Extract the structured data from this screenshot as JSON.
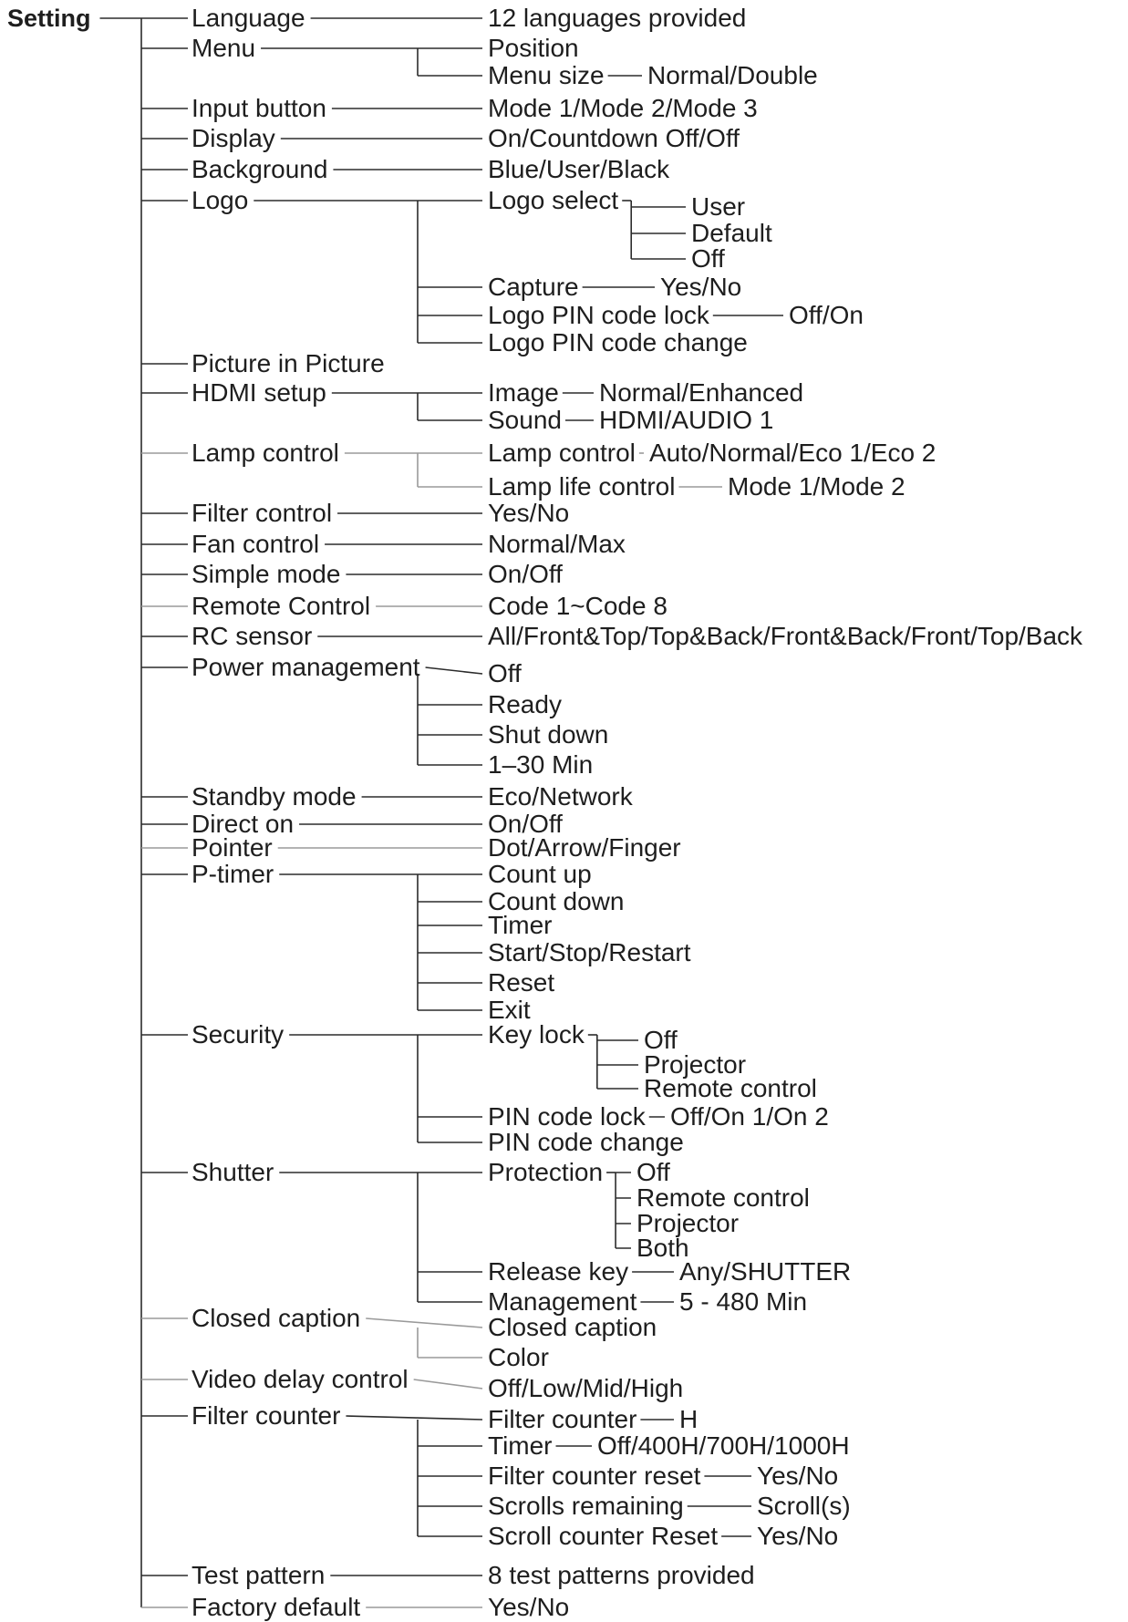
{
  "root": "Setting",
  "items": [
    {
      "label": "Language",
      "options": [
        {
          "label": "12 languages provided"
        }
      ]
    },
    {
      "label": "Menu",
      "options": [
        {
          "label": "Position"
        },
        {
          "label": "Menu size",
          "values": [
            "Normal/Double"
          ]
        }
      ]
    },
    {
      "label": "Input button",
      "options": [
        {
          "label": "Mode 1/Mode 2/Mode 3"
        }
      ]
    },
    {
      "label": "Display",
      "options": [
        {
          "label": "On/Countdown Off/Off"
        }
      ]
    },
    {
      "label": "Background",
      "options": [
        {
          "label": "Blue/User/Black"
        }
      ]
    },
    {
      "label": "Logo",
      "options": [
        {
          "label": "Logo select",
          "values": [
            "User",
            "Default",
            "Off"
          ]
        },
        {
          "label": "Capture",
          "values": [
            "Yes/No"
          ]
        },
        {
          "label": "Logo PIN code lock",
          "values": [
            "Off/On"
          ]
        },
        {
          "label": "Logo PIN code change"
        }
      ]
    },
    {
      "label": "Picture in Picture",
      "options": []
    },
    {
      "label": "HDMI setup",
      "options": [
        {
          "label": "Image",
          "values": [
            "Normal/Enhanced"
          ]
        },
        {
          "label": "Sound",
          "values": [
            "HDMI/AUDIO 1"
          ]
        }
      ]
    },
    {
      "label": "Lamp control",
      "options": [
        {
          "label": "Lamp control",
          "values": [
            "Auto/Normal/Eco 1/Eco 2"
          ]
        },
        {
          "label": "Lamp life control",
          "values": [
            "Mode 1/Mode 2"
          ]
        }
      ]
    },
    {
      "label": "Filter control",
      "options": [
        {
          "label": "Yes/No"
        }
      ]
    },
    {
      "label": "Fan control",
      "options": [
        {
          "label": "Normal/Max"
        }
      ]
    },
    {
      "label": "Simple mode",
      "options": [
        {
          "label": "On/Off"
        }
      ]
    },
    {
      "label": "Remote Control",
      "options": [
        {
          "label": "Code 1~Code 8"
        }
      ]
    },
    {
      "label": "RC sensor",
      "options": [
        {
          "label": "All/Front&Top/Top&Back/Front&Back/Front/Top/Back"
        }
      ]
    },
    {
      "label": "Power management",
      "options": [
        {
          "label": "Off"
        },
        {
          "label": "Ready"
        },
        {
          "label": "Shut down"
        },
        {
          "label": "1–30 Min"
        }
      ]
    },
    {
      "label": "Standby mode",
      "options": [
        {
          "label": "Eco/Network"
        }
      ]
    },
    {
      "label": "Direct on",
      "options": [
        {
          "label": "On/Off"
        }
      ]
    },
    {
      "label": "Pointer",
      "options": [
        {
          "label": "Dot/Arrow/Finger"
        }
      ]
    },
    {
      "label": "P-timer",
      "options": [
        {
          "label": "Count up"
        },
        {
          "label": "Count down"
        },
        {
          "label": "Timer"
        },
        {
          "label": "Start/Stop/Restart"
        },
        {
          "label": "Reset"
        },
        {
          "label": "Exit"
        }
      ]
    },
    {
      "label": "Security",
      "options": [
        {
          "label": "Key lock",
          "values": [
            "Off",
            "Projector",
            "Remote control"
          ]
        },
        {
          "label": "PIN code lock",
          "values": [
            "Off/On 1/On 2"
          ]
        },
        {
          "label": "PIN code change"
        }
      ]
    },
    {
      "label": "Shutter",
      "options": [
        {
          "label": "Protection",
          "values": [
            "Off",
            "Remote control",
            "Projector",
            "Both"
          ]
        },
        {
          "label": "Release key",
          "values": [
            "Any/SHUTTER"
          ]
        },
        {
          "label": "Management",
          "values": [
            "5 - 480 Min"
          ]
        }
      ]
    },
    {
      "label": "Closed caption",
      "options": [
        {
          "label": "Closed caption"
        },
        {
          "label": "Color"
        }
      ]
    },
    {
      "label": "Video delay control",
      "options": [
        {
          "label": "Off/Low/Mid/High"
        }
      ]
    },
    {
      "label": "Filter counter",
      "options": [
        {
          "label": "Filter counter",
          "values": [
            "H"
          ]
        },
        {
          "label": "Timer",
          "values": [
            "Off/400H/700H/1000H"
          ]
        },
        {
          "label": "Filter counter reset",
          "values": [
            "Yes/No"
          ]
        },
        {
          "label": "Scrolls remaining",
          "values": [
            "Scroll(s)"
          ]
        },
        {
          "label": "Scroll counter Reset",
          "values": [
            "Yes/No"
          ]
        }
      ]
    },
    {
      "label": "Test pattern",
      "options": [
        {
          "label": "8 test patterns provided"
        }
      ]
    },
    {
      "label": "Factory default",
      "options": [
        {
          "label": "Yes/No"
        }
      ]
    }
  ]
}
